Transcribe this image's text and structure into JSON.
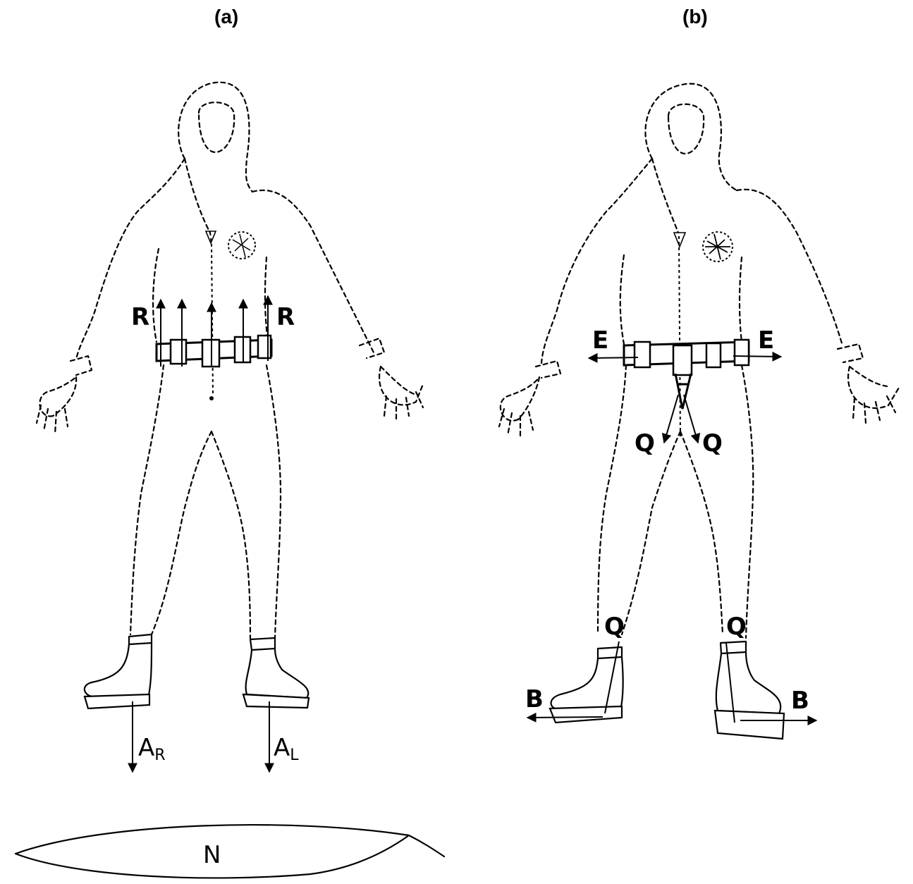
{
  "panels": [
    {
      "label": "(a)",
      "forces": {
        "belt_left": "R",
        "belt_right": "R",
        "foot_right": "A",
        "foot_right_sub": "R",
        "foot_left": "A",
        "foot_left_sub": "L",
        "ground": "N"
      }
    },
    {
      "label": "(b)",
      "forces": {
        "belt_left": "E",
        "belt_right": "E",
        "strap_left": "Q",
        "strap_right": "Q",
        "boot_left": "Q",
        "boot_right": "Q",
        "foot_left": "B",
        "foot_right": "B"
      }
    }
  ]
}
